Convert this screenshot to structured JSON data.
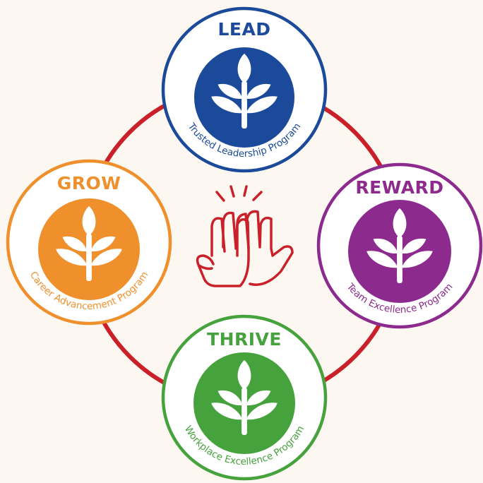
{
  "badges": [
    {
      "key": "lead",
      "title": "LEAD",
      "subtitle": "Trusted Leadership Program",
      "color": "#1c4a9a"
    },
    {
      "key": "grow",
      "title": "GROW",
      "subtitle": "Career Advancement Program",
      "color": "#f0902c"
    },
    {
      "key": "reward",
      "title": "REWARD",
      "subtitle": "Team Excellence Program",
      "color": "#8d2a8d"
    },
    {
      "key": "thrive",
      "title": "THRIVE",
      "subtitle": "Workplace Excellence Program",
      "color": "#46a23d"
    }
  ],
  "ring_color": "#c9202a",
  "center_icon": "high-five-icon",
  "badge_icon": "sprout-icon"
}
